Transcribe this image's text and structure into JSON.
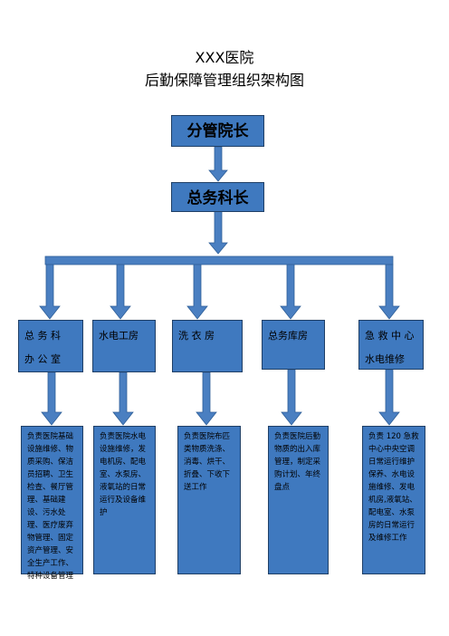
{
  "title": {
    "line1": "XXX医院",
    "line2": "后勤保障管理组织架构图"
  },
  "level1": "分管院长",
  "level2": "总务科长",
  "departments": [
    {
      "line1": "总 务 科",
      "line2": "办 公 室"
    },
    {
      "line1": "水电工房",
      "line2": ""
    },
    {
      "line1": "洗 衣 房",
      "line2": ""
    },
    {
      "line1": "总务库房",
      "line2": ""
    },
    {
      "line1": "急 救 中 心",
      "line2": "水电维修"
    }
  ],
  "descriptions": [
    "负责医院基础设施维修、物质采购、保洁员招聘、卫生检查、餐厅管理、基础建设、污水处理、医疗废弃物管理、固定资产管理、安全生产工作、特种设备管理",
    "负责医院水电设施维修，发电机房、配电室、水泵房、液氧站的日常运行及设备维护",
    "负责医院布匹类物质洗涤、消毒、烘干、折叠、下收下送工作",
    "负责医院后勤物质的出入库管理，制定采购计划、年终盘点",
    "负责 120 急救中心中央空调日常运行维护保养、水电设施维修、发电机房,液氧站、配电室、水泵房的日常运行及维修工作"
  ],
  "colors": {
    "box_fill": "#3f79bf",
    "box_border": "#1f3f66",
    "arrow": "#4a7fc1"
  }
}
